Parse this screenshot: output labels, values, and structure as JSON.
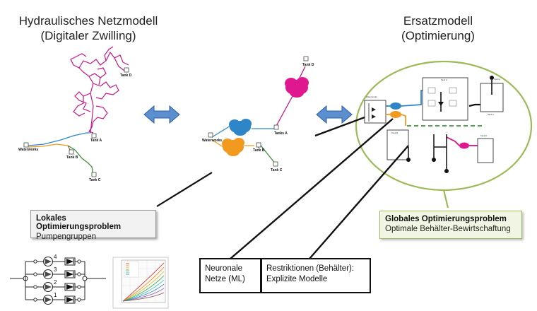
{
  "titles": {
    "left_line1": "Hydraulisches Netzmodell",
    "left_line2": "(Digitaler Zwilling)",
    "right_line1": "Ersatzmodell",
    "right_line2": "(Optimierung)"
  },
  "network_labels": {
    "waterworks": "Waterworks",
    "tank_a": "Tank A",
    "tank_b": "Tank B",
    "tank_c": "Tank C",
    "tank_d": "Tank D",
    "tanks_a": "Tanks A",
    "spring": "Spring"
  },
  "boxes": {
    "local_title": "Lokales Optimierungsproblem",
    "local_sub": "Pumpengruppen",
    "global_title": "Globales Optimierungsproblem",
    "global_sub": "Optimale Behälter-Bewirtschaftung",
    "neural_line1": "Neuronale",
    "neural_line2": "Netze (ML)",
    "restr_line1": "Restriktionen (Behälter):",
    "restr_line2": "Explizite Modelle"
  },
  "pump_numbers": [
    "4",
    "3",
    "2",
    "1"
  ],
  "colors": {
    "pink": "#c7168a",
    "blue": "#2e86c8",
    "orange": "#f29a1f",
    "green": "#3c8f3c",
    "brown": "#8a6a1f",
    "ellipse": "#9bbb59",
    "arrow": "#4f81bd",
    "pump_triangle": "#4a4a4a"
  }
}
